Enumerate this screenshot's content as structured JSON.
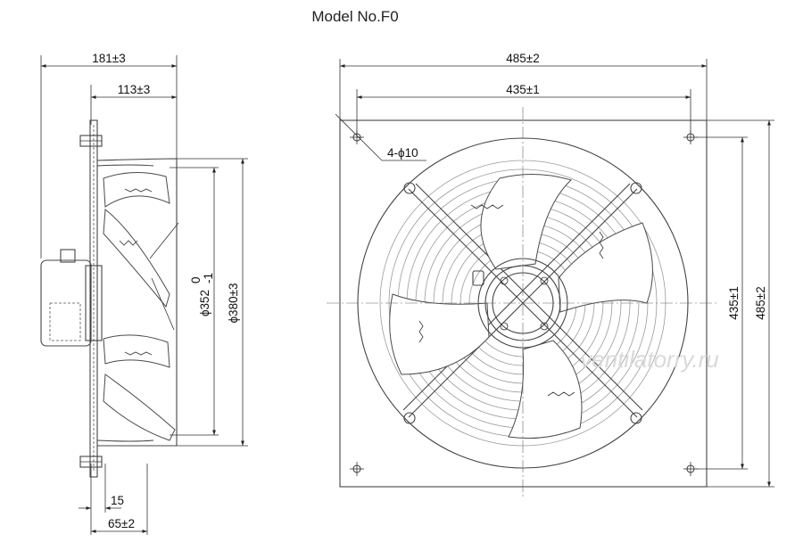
{
  "title": "Model No.F0",
  "watermark": "ventilatorry.ru",
  "side_view": {
    "dim_overall_depth": "181±3",
    "dim_guard_depth": "113±3",
    "dim_blade_dia_main": "ϕ352",
    "dim_blade_dia_sup": "0",
    "dim_blade_dia_sub": "-1",
    "dim_guard_dia": "ϕ380±3",
    "dim_plate_thickness": "15",
    "dim_motor_offset": "65±2"
  },
  "front_view": {
    "dim_plate_width": "485±2",
    "dim_hole_pitch_h": "435±1",
    "dim_holes": "4-ϕ10",
    "dim_hole_pitch_v": "435±1",
    "dim_plate_height": "485±2"
  }
}
